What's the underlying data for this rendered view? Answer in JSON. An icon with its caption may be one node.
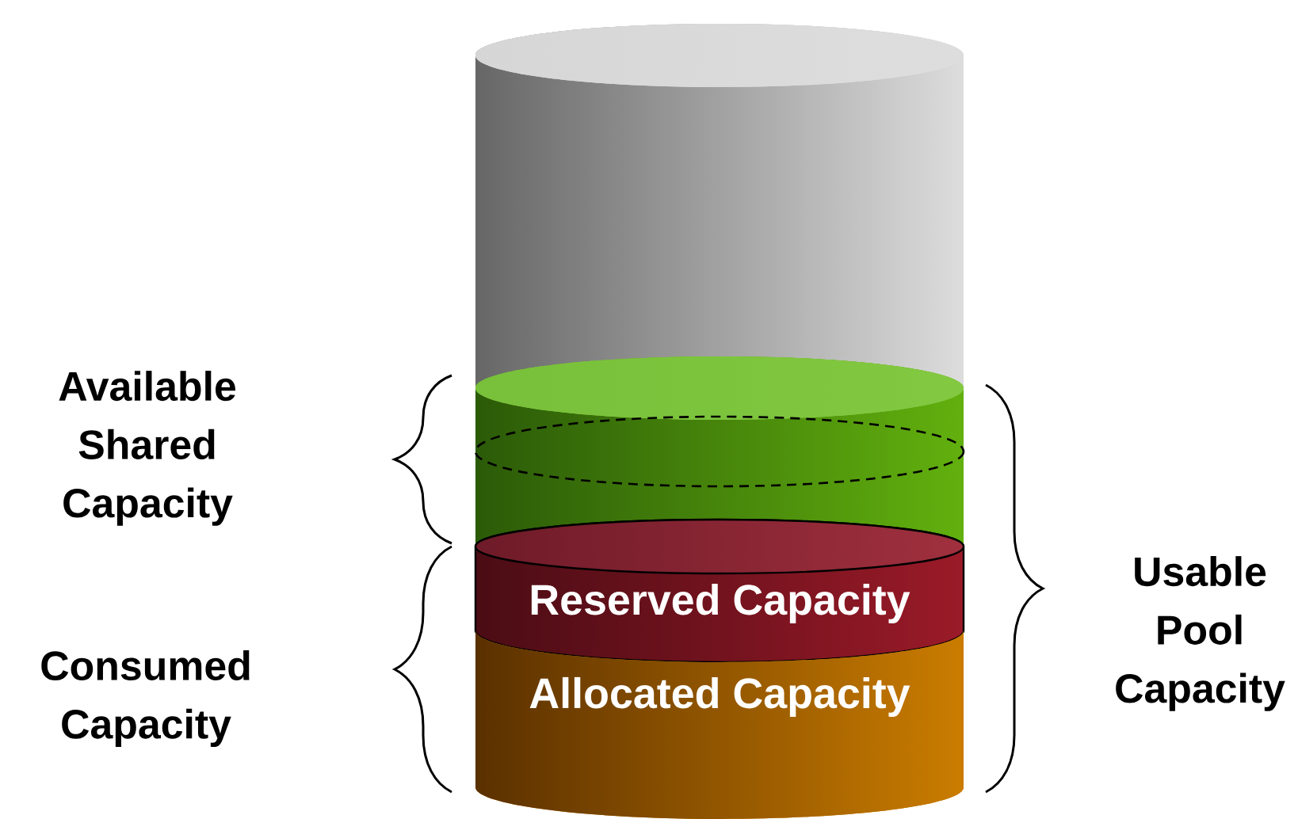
{
  "diagram": {
    "nodes": [
      {
        "text": [],
        "shape": "cylinder"
      },
      {
        "text": [],
        "shape": "cylinder"
      },
      {
        "text": [
          "Reserved Capacity"
        ]
      },
      {
        "text": [
          "Allocated Capacity"
        ]
      }
    ],
    "labels": [
      "Available Shared Capacity",
      "Consumed Capacity",
      "Usable Pool Capacity"
    ]
  }
}
